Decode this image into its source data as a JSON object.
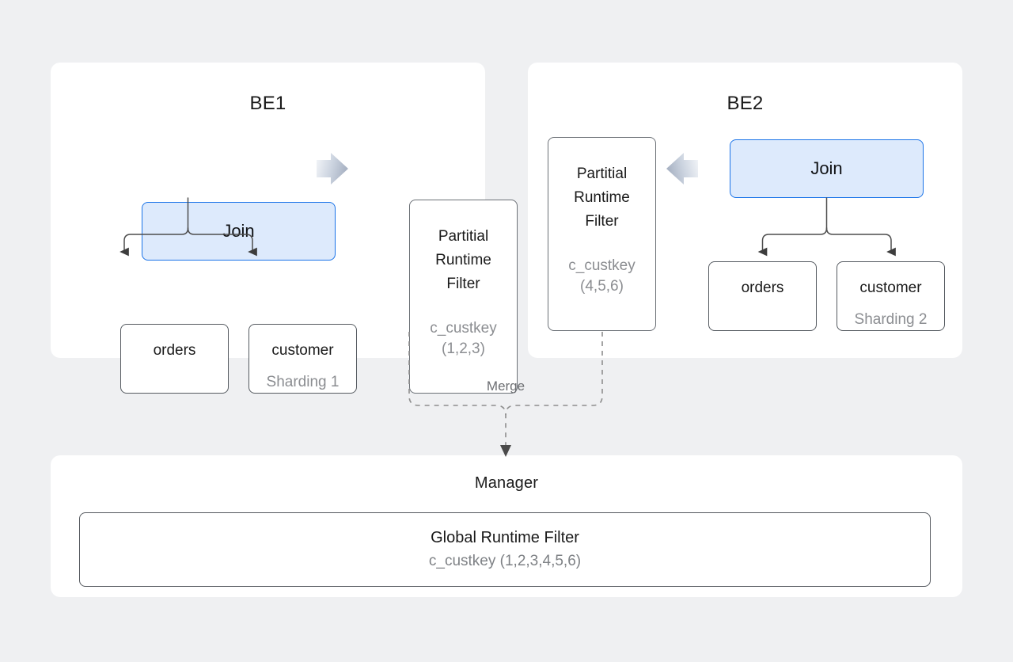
{
  "canvas": {
    "background": "#eff0f2",
    "panel_background": "#ffffff"
  },
  "colors": {
    "accent_border": "#1a73e8",
    "accent_fill": "#ddeafc",
    "node_border": "#555a60",
    "text_primary": "#1a1a1a",
    "text_muted": "#8b8d91",
    "connector": "#4d4d4d",
    "dashed_connector": "#8e8e8e",
    "block_arrow_start": "#f2f4f7",
    "block_arrow_end": "#aab4c4"
  },
  "panels": {
    "be1": {
      "title": "BE1",
      "join": {
        "label": "Join"
      },
      "leaves": [
        {
          "name": "orders",
          "sub": ""
        },
        {
          "name": "customer",
          "sub": "Sharding 1"
        }
      ],
      "partial_filter": {
        "title_lines": [
          "Partitial",
          "Runtime",
          "Filter"
        ],
        "key_lines": [
          "c_custkey",
          "(1,2,3)"
        ]
      },
      "block_arrow": {
        "direction": "right"
      }
    },
    "be2": {
      "title": "BE2",
      "join": {
        "label": "Join"
      },
      "leaves": [
        {
          "name": "orders",
          "sub": ""
        },
        {
          "name": "customer",
          "sub": "Sharding 2"
        }
      ],
      "partial_filter": {
        "title_lines": [
          "Partitial",
          "Runtime",
          "Filter"
        ],
        "key_lines": [
          "c_custkey",
          "(4,5,6)"
        ]
      },
      "block_arrow": {
        "direction": "left"
      }
    },
    "manager": {
      "title": "Manager",
      "global_filter": {
        "title": "Global Runtime Filter",
        "key": "c_custkey  (1,2,3,4,5,6)"
      }
    }
  },
  "connectors": {
    "merge_label": "Merge",
    "merge_style": "dashed",
    "tree_style": "solid-arrow"
  }
}
